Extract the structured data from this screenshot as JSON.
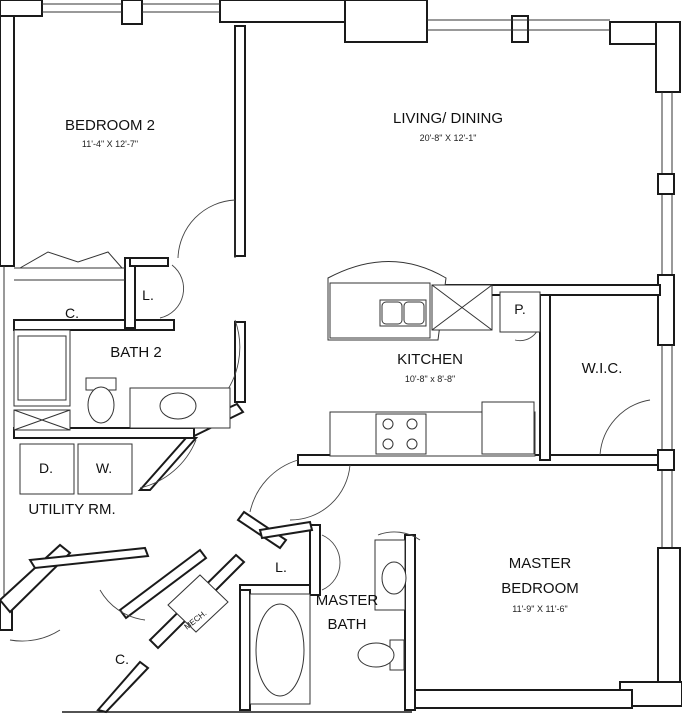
{
  "rooms": {
    "bedroom2": {
      "name": "BEDROOM 2",
      "dims": "11'-4\" X 12'-7\""
    },
    "living": {
      "name": "LIVING/ DINING",
      "dims": "20'-8\" X 12'-1\""
    },
    "bath2": {
      "name": "BATH 2"
    },
    "kitchen": {
      "name": "KITCHEN",
      "dims": "10'-8\" x 8'-8\""
    },
    "wic": {
      "name": "W.I.C."
    },
    "utility": {
      "name": "UTILITY RM."
    },
    "master_bath": {
      "line1": "MASTER",
      "line2": "BATH"
    },
    "master_bedroom": {
      "line1": "MASTER",
      "line2": "BEDROOM",
      "dims": "11'-9\" X 11'-6\""
    }
  },
  "labels": {
    "closet_bed2": "C.",
    "linen_bath2": "L.",
    "pantry": "P.",
    "dryer": "D.",
    "washer": "W.",
    "linen_master": "L.",
    "mech": "MECH.",
    "closet_bottom": "C."
  }
}
